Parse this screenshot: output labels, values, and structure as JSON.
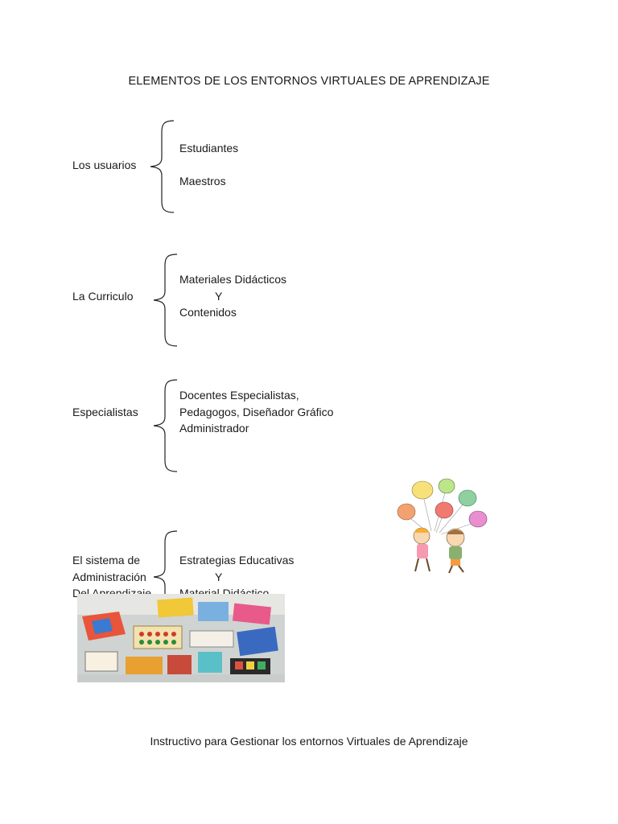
{
  "document": {
    "title": "ELEMENTOS DE LOS ENTORNOS VIRTUALES DE APRENDIZAJE",
    "footer": "Instructivo para Gestionar los entornos Virtuales de Aprendizaje"
  },
  "sections": [
    {
      "label_lines": [
        "Los usuarios"
      ],
      "items": [
        "Estudiantes",
        "",
        "Maestros"
      ]
    },
    {
      "label_lines": [
        "La Curriculo"
      ],
      "items": [
        "Materiales Didácticos",
        "Y",
        "Contenidos"
      ]
    },
    {
      "label_lines": [
        "Especialistas"
      ],
      "items": [
        "Docentes Especialistas,",
        "Pedagogos, Diseñador Gráfico",
        "Administrador"
      ]
    },
    {
      "label_lines": [
        "El sistema de",
        "Administración",
        "Del Aprendizaje"
      ],
      "items": [
        "Estrategias Educativas",
        "Y",
        "Material Didáctico"
      ]
    }
  ],
  "colors": {
    "text": "#1a1a1a",
    "brace": "#222222"
  }
}
